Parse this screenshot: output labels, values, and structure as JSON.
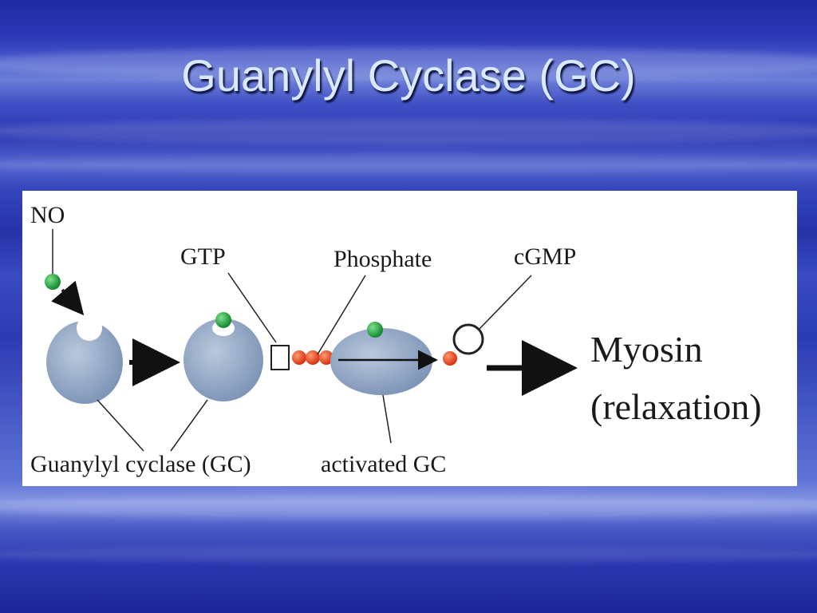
{
  "slide": {
    "title": "Guanylyl Cyclase (GC)"
  },
  "diagram": {
    "labels": {
      "no": "NO",
      "gtp": "GTP",
      "phosphate": "Phosphate",
      "cgmp": "cGMP",
      "myosin": "Myosin",
      "relaxation": "(relaxation)",
      "guanylyl_cyclase": "Guanylyl cyclase (GC)",
      "activated_gc": "activated GC"
    },
    "colors": {
      "enzyme": "#8ea3c2",
      "no_molecule": "#1e9a3a",
      "phosphate": "#e8401a",
      "background": "#2b38b8"
    }
  }
}
